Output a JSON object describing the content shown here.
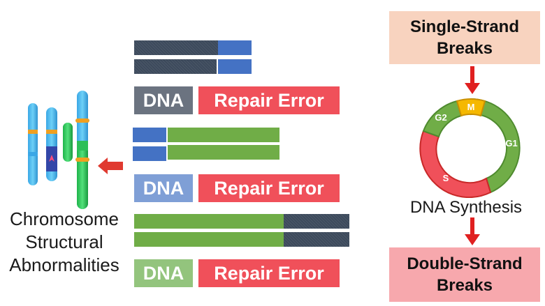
{
  "rows": [
    {
      "dna_label": "DNA",
      "repair_label": "Repair Error"
    },
    {
      "dna_label": "DNA",
      "repair_label": "Repair Error"
    },
    {
      "dna_label": "DNA",
      "repair_label": "Repair Error"
    }
  ],
  "left_caption": [
    "Chromosome",
    "Structural",
    "Abnormalities"
  ],
  "top_box": [
    "Single-Strand",
    "Breaks"
  ],
  "bottom_box": [
    "Double-Strand",
    "Breaks"
  ],
  "cycle": {
    "phases": [
      "M",
      "G2",
      "G1",
      "S"
    ],
    "caption": "DNA Synthesis"
  },
  "colors": {
    "dark_strand": "#3d4a5c",
    "blue_strand": "#4472c4",
    "green_strand": "#70ad47",
    "repair_red": "#f0505a",
    "arrow_red": "#e02020",
    "top_box_bg": "#f8d3bf",
    "bottom_box_bg": "#f7a8ad",
    "phase_m": "#f5b800",
    "phase_g1": "#70ad47",
    "phase_s": "#f0505a"
  },
  "icons": [
    "left-arrow-icon",
    "down-arrow-icon",
    "chromosome-icon",
    "cell-cycle-ring-icon"
  ]
}
